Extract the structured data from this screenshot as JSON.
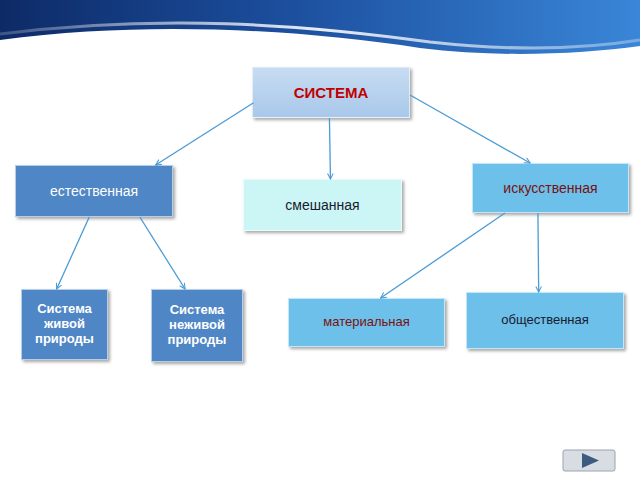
{
  "diagram": {
    "nodes": [
      {
        "text": [
          "СИСТЕМА"
        ]
      },
      {
        "text": [
          "естественная"
        ]
      },
      {
        "text": [
          "смешанная"
        ]
      },
      {
        "text": [
          "искусственная"
        ]
      },
      {
        "text": [
          "Система живой природы"
        ]
      },
      {
        "text": [
          "Система неживой природы"
        ]
      },
      {
        "text": [
          "материальная"
        ]
      },
      {
        "text": [
          "общественная"
        ]
      }
    ],
    "edges": [
      {
        "from": 0,
        "to": 1,
        "arrow": "to"
      },
      {
        "from": 0,
        "to": 2,
        "arrow": "to"
      },
      {
        "from": 0,
        "to": 3,
        "arrow": "to"
      },
      {
        "from": 1,
        "to": 4,
        "arrow": "to"
      },
      {
        "from": 1,
        "to": 5,
        "arrow": "to"
      },
      {
        "from": 3,
        "to": 6,
        "arrow": "to"
      },
      {
        "from": 3,
        "to": 7,
        "arrow": "to"
      }
    ]
  }
}
